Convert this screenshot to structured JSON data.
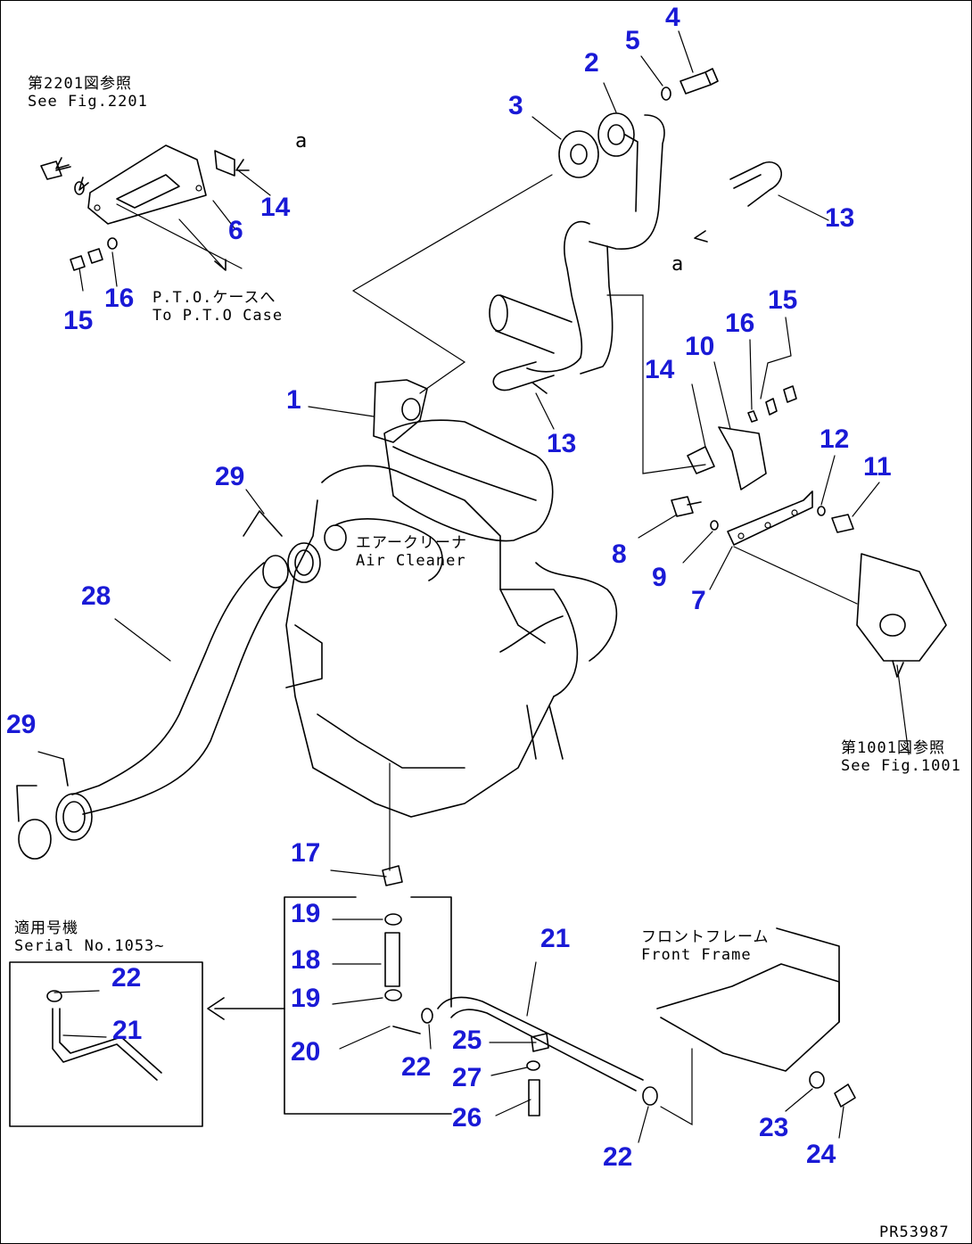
{
  "colors": {
    "callout": "#1a1ad6",
    "line": "#000000"
  },
  "callouts": [
    {
      "key": "1",
      "text": "1"
    },
    {
      "key": "2",
      "text": "2"
    },
    {
      "key": "3",
      "text": "3"
    },
    {
      "key": "4",
      "text": "4"
    },
    {
      "key": "5",
      "text": "5"
    },
    {
      "key": "6",
      "text": "6"
    },
    {
      "key": "7",
      "text": "7"
    },
    {
      "key": "8",
      "text": "8"
    },
    {
      "key": "9",
      "text": "9"
    },
    {
      "key": "10",
      "text": "10"
    },
    {
      "key": "11",
      "text": "11"
    },
    {
      "key": "12",
      "text": "12"
    },
    {
      "key": "13a",
      "text": "13"
    },
    {
      "key": "13b",
      "text": "13"
    },
    {
      "key": "14a",
      "text": "14"
    },
    {
      "key": "14b",
      "text": "14"
    },
    {
      "key": "15a",
      "text": "15"
    },
    {
      "key": "15b",
      "text": "15"
    },
    {
      "key": "16a",
      "text": "16"
    },
    {
      "key": "16b",
      "text": "16"
    },
    {
      "key": "17",
      "text": "17"
    },
    {
      "key": "18",
      "text": "18"
    },
    {
      "key": "19a",
      "text": "19"
    },
    {
      "key": "19b",
      "text": "19"
    },
    {
      "key": "20",
      "text": "20"
    },
    {
      "key": "21a",
      "text": "21"
    },
    {
      "key": "21b",
      "text": "21"
    },
    {
      "key": "22a",
      "text": "22"
    },
    {
      "key": "22b",
      "text": "22"
    },
    {
      "key": "22c",
      "text": "22"
    },
    {
      "key": "23",
      "text": "23"
    },
    {
      "key": "24",
      "text": "24"
    },
    {
      "key": "25",
      "text": "25"
    },
    {
      "key": "26",
      "text": "26"
    },
    {
      "key": "27",
      "text": "27"
    },
    {
      "key": "28",
      "text": "28"
    },
    {
      "key": "29a",
      "text": "29"
    },
    {
      "key": "29b",
      "text": "29"
    }
  ],
  "notes": {
    "ref_2201": "第2201図参照\nSee Fig.2201",
    "to_pto": "P.T.O.ケースへ\nTo P.T.O Case",
    "air_cleaner": "エアークリーナ\nAir Cleaner",
    "ref_1001": "第1001図参照\nSee Fig.1001",
    "serial": "適用号機\nSerial No.1053~",
    "front_frame": "フロントフレーム\nFront Frame",
    "drawing_no": "PR53987"
  },
  "letters": {
    "a_top": "a",
    "a_mid": "a"
  }
}
